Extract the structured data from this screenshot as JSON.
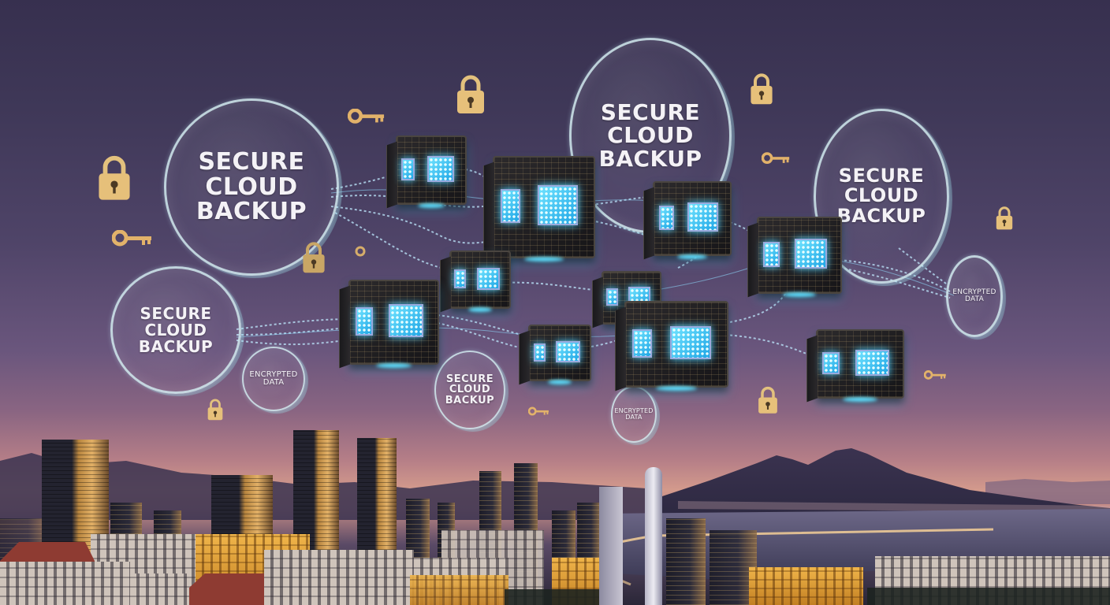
{
  "scene": {
    "description": "Dusk cityscape along a bay with a twin-peaked volcano; floating glass discs, circuit cubes, fiber-optic streams, golden locks and keys",
    "colors": {
      "sky_top": "#37304f",
      "sky_mid": "#6a567d",
      "sky_horizon": "#d39a8c",
      "glass_edge": "#d2ebf0",
      "cube_glow": "#4fd1ff",
      "gold": "#e6c07a",
      "volcano": "#3e3650",
      "sea": "#5e5a78"
    }
  },
  "labels": {
    "secure_cloud_backup": {
      "line1": "SECURE",
      "line2": "CLOUD",
      "line3": "BACKUP"
    },
    "encrypted_data": {
      "line1": "ENCRYPTED",
      "line2": "DATA"
    }
  },
  "discs": [
    {
      "id": "scb-large-left",
      "type": "secure_cloud_backup"
    },
    {
      "id": "scb-top-center",
      "type": "secure_cloud_backup"
    },
    {
      "id": "scb-right",
      "type": "secure_cloud_backup"
    },
    {
      "id": "scb-mid-left",
      "type": "secure_cloud_backup"
    },
    {
      "id": "scb-small-center",
      "type": "secure_cloud_backup"
    },
    {
      "id": "enc-left",
      "type": "encrypted_data"
    },
    {
      "id": "enc-center",
      "type": "encrypted_data"
    },
    {
      "id": "enc-right",
      "type": "encrypted_data"
    }
  ],
  "icons": {
    "lock": "padlock-icon",
    "key": "key-icon",
    "cube": "data-cube-icon"
  }
}
